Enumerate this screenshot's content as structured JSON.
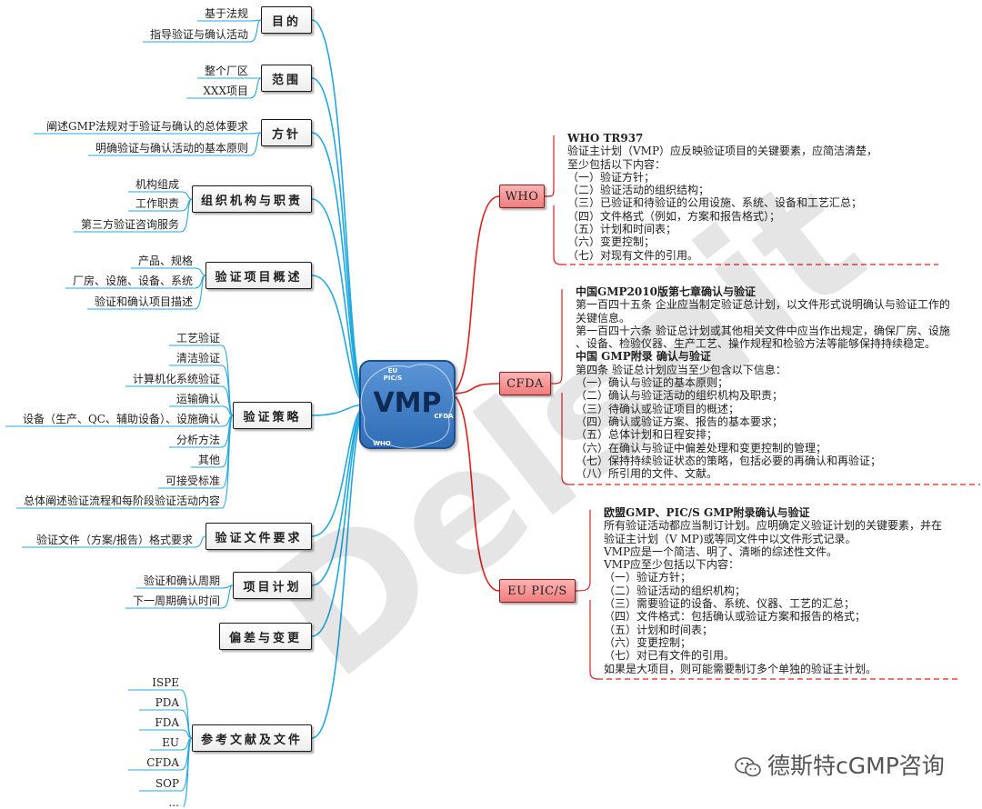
{
  "center": {
    "title": "VMP",
    "tags": [
      "EU PIC/S",
      "CFDA",
      "WHO"
    ]
  },
  "left_topics": [
    {
      "label": "目的",
      "items": [
        "基于法规",
        "指导验证与确认活动"
      ]
    },
    {
      "label": "范围",
      "items": [
        "整个厂区",
        "XXX项目"
      ]
    },
    {
      "label": "方针",
      "items": [
        "阐述GMP法规对于验证与确认的总体要求",
        "明确验证与确认活动的基本原则"
      ]
    },
    {
      "label": "组织机构与职责",
      "items": [
        "机构组成",
        "工作职责",
        "第三方验证咨询服务"
      ]
    },
    {
      "label": "验证项目概述",
      "items": [
        "产品、规格",
        "厂房、设施、设备、系统",
        "验证和确认项目描述"
      ]
    },
    {
      "label": "验证策略",
      "items": [
        "工艺验证",
        "清洁验证",
        "计算机化系统验证",
        "运输确认",
        "设备（生产、QC、辅助设备）、设施确认",
        "分析方法",
        "其他",
        "可接受标准",
        "总体阐述验证流程和每阶段验证活动内容"
      ]
    },
    {
      "label": "验证文件要求",
      "items": [
        "验证文件（方案/报告）格式要求"
      ]
    },
    {
      "label": "项目计划",
      "items": [
        "验证和确认周期",
        "下一周期确认时间"
      ]
    },
    {
      "label": "偏差与变更",
      "items": []
    },
    {
      "label": "参考文献及文件",
      "items": [
        "ISPE",
        "PDA",
        "FDA",
        "EU",
        "CFDA",
        "SOP",
        "..."
      ]
    }
  ],
  "right_topics": [
    {
      "label": "WHO",
      "lines": [
        {
          "t": "WHO TR937",
          "b": true
        },
        {
          "t": "验证主计划（VMP）应反映验证项目的关键要素，应简洁清楚，"
        },
        {
          "t": "至少包括以下内容："
        },
        {
          "t": "（一）验证方针；"
        },
        {
          "t": "（二）验证活动的组织结构；"
        },
        {
          "t": "（三）已验证和待验证的公用设施、系统、设备和工艺汇总；"
        },
        {
          "t": "（四）文件格式（例如，方案和报告格式）；"
        },
        {
          "t": "（五）计划和时间表；"
        },
        {
          "t": "（六）变更控制；"
        },
        {
          "t": "（七）对现有文件的引用。"
        }
      ]
    },
    {
      "label": "CFDA",
      "lines": [
        {
          "t": "中国GMP2010版第七章确认与验证",
          "b": true
        },
        {
          "t": "第一百四十五条 企业应当制定验证总计划，以文件形式说明确认与验证工作的"
        },
        {
          "t": "关键信息。"
        },
        {
          "t": "第一百四十六条 验证总计划或其他相关文件中应当作出规定，确保厂房、设施"
        },
        {
          "t": "、设备、检验仪器、生产工艺、操作规程和检验方法等能够保持持续稳定。"
        },
        {
          "t": "中国 GMP附录 确认与验证",
          "b": true
        },
        {
          "t": "第四条  验证总计划应当至少包含以下信息："
        },
        {
          "t": "（一）确认与验证的基本原则；"
        },
        {
          "t": "（二）确认与验证活动的组织机构及职责；"
        },
        {
          "t": "（三）待确认或验证项目的概述；"
        },
        {
          "t": "（四）确认或验证方案、报告的基本要求；"
        },
        {
          "t": "（五）总体计划和日程安排；"
        },
        {
          "t": "（六）在确认与验证中偏差处理和变更控制的管理；"
        },
        {
          "t": "（七）保持持续验证状态的策略，包括必要的再确认和再验证；"
        },
        {
          "t": "（八）所引用的文件、文献。"
        }
      ]
    },
    {
      "label": "EU PIC/S",
      "lines": [
        {
          "t": "欧盟GMP、PIC/S GMP附录确认与验证",
          "b": true
        },
        {
          "t": "所有验证活动都应当制订计划。应明确定义验证计划的关键要素，并在"
        },
        {
          "t": "验证主计划（V MP)或等同文件中以文件形式记录。"
        },
        {
          "t": "VMP应是一个简洁、明了、清晰的综述性文件。"
        },
        {
          "t": "VMP应至少包括以下内容："
        },
        {
          "t": "（一）验证方针；"
        },
        {
          "t": "（二）验证活动的组织机构；"
        },
        {
          "t": "（三）需要验证的设备、系统、仪器、工艺的汇总；"
        },
        {
          "t": "（四）文件格式：包括确认或验证方案和报告的格式；"
        },
        {
          "t": "（五）计划和时间表；"
        },
        {
          "t": "（六）变更控制；"
        },
        {
          "t": "（七）对已有文件的引用。"
        },
        {
          "t": "如果是大项目，则可能需要制订多个单独的验证主计划。"
        }
      ]
    }
  ],
  "watermark": "Delsait",
  "footer": {
    "text": "德斯特cGMP咨询",
    "icon": "wechat-icon"
  },
  "colors": {
    "left_branch": "#22a8e0",
    "right_branch": "#e0201c",
    "center": "#3b7cc4"
  }
}
